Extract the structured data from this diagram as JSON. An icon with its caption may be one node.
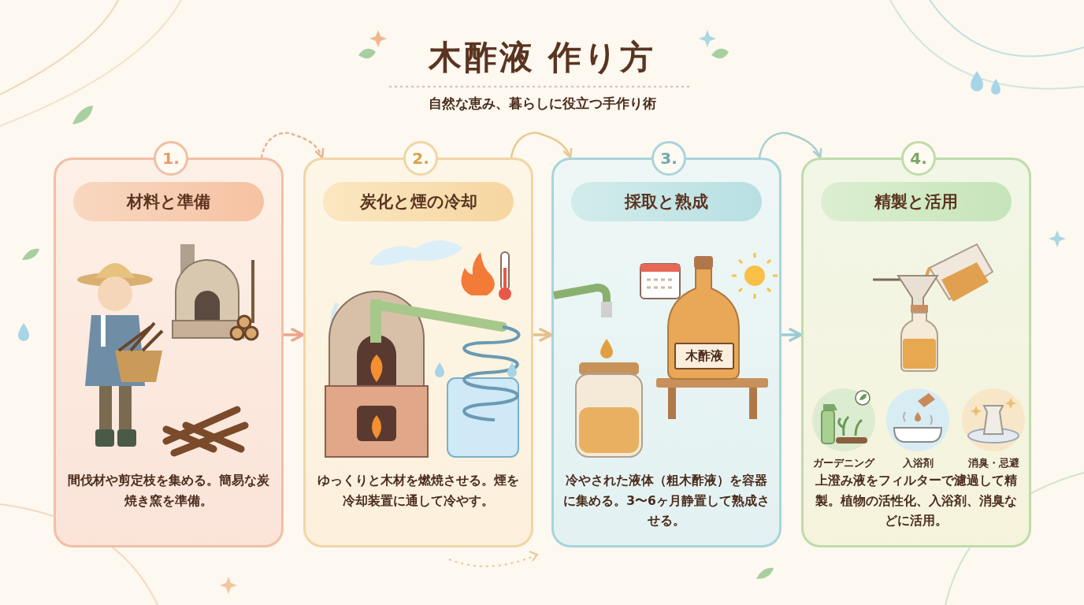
{
  "diagram": {
    "title": "木酢液 作り方",
    "nodes": [
      {
        "text": [
          "1.",
          "材料と準備",
          "間伐材や剪定枝を集める。簡易な炭焼き窯を準備。"
        ]
      },
      {
        "text": [
          "2.",
          "炭化と煙の冷却",
          "ゆっくりと木材を燃焼させる。煙を冷却装置に通して冷やす。"
        ]
      },
      {
        "text": [
          "3.",
          "採取と熟成",
          "冷やされた液体（粗木酢液）を容器に集める。3〜6ヶ月静置して熟成させる。"
        ]
      },
      {
        "text": [
          "4.",
          "精製と活用",
          "上澄み液をフィルターで濾過して精製。植物の活性化、入浴剤、消臭などに活用。"
        ]
      },
      {
        "text": [
          "ガーデニング"
        ],
        "in": 3
      },
      {
        "text": [
          "入浴剤"
        ],
        "in": 3
      },
      {
        "text": [
          "消臭・忌避"
        ],
        "in": 3
      }
    ],
    "edges": [
      {
        "from": 0,
        "to": 1,
        "arrow": "to",
        "color": "#e9a68a"
      },
      {
        "from": 1,
        "to": 2,
        "arrow": "to",
        "color": "#e3c088"
      },
      {
        "from": 2,
        "to": 3,
        "arrow": "to",
        "color": "#9ccad4"
      },
      {
        "from": 0,
        "to": 1,
        "arrow": "to",
        "style": "dashed",
        "color": "#eab48e"
      },
      {
        "from": 1,
        "to": 2,
        "arrow": "to",
        "color": "#e9c890"
      },
      {
        "from": 2,
        "to": 3,
        "arrow": "to",
        "color": "#a6d0cc"
      }
    ],
    "labels": [
      "自然な恵み、暮らしに役立つ手作り術",
      "木酢液"
    ]
  }
}
